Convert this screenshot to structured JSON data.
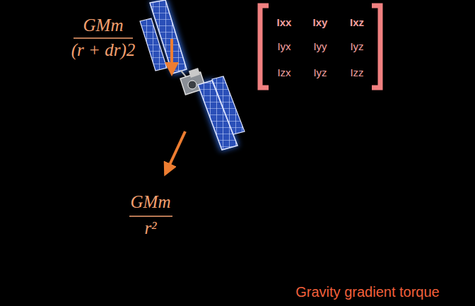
{
  "diagram": {
    "labels": [
      "GMm",
      "(r + dr)2",
      "GMm",
      "r²",
      "Ixx",
      "Ixy",
      "Ixz",
      "Iyx",
      "Iyy",
      "Iyz",
      "Izx",
      "Iyz",
      "Izz",
      "Gravity gradient torque"
    ]
  }
}
